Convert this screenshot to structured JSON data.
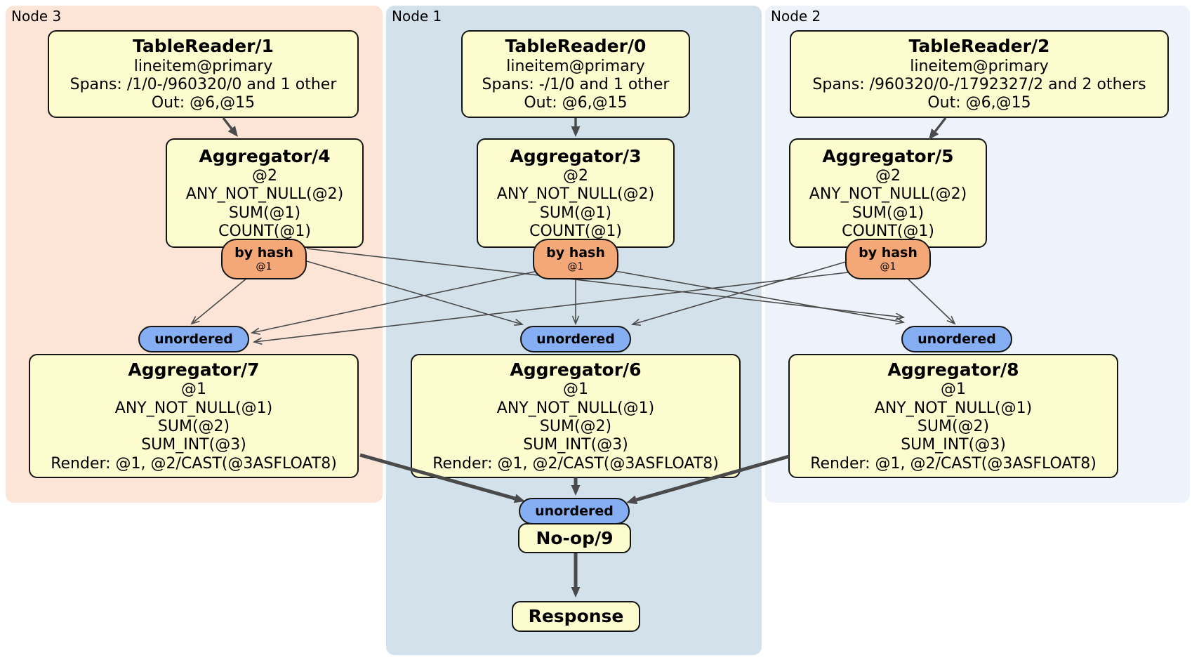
{
  "regions": [
    {
      "label": "Node 3"
    },
    {
      "label": "Node 1"
    },
    {
      "label": "Node 2"
    }
  ],
  "nodes": {
    "tr1": {
      "title": "TableReader/1",
      "lines": [
        "lineitem@primary",
        "Spans: /1/0-/960320/0 and 1 other",
        "Out: @6,@15"
      ]
    },
    "tr0": {
      "title": "TableReader/0",
      "lines": [
        "lineitem@primary",
        "Spans: -/1/0 and 1 other",
        "Out: @6,@15"
      ]
    },
    "tr2": {
      "title": "TableReader/2",
      "lines": [
        "lineitem@primary",
        "Spans: /960320/0-/1792327/2 and 2 others",
        "Out: @6,@15"
      ]
    },
    "agg4": {
      "title": "Aggregator/4",
      "lines": [
        "@2",
        "ANY_NOT_NULL(@2)",
        "SUM(@1)",
        "COUNT(@1)"
      ]
    },
    "agg3": {
      "title": "Aggregator/3",
      "lines": [
        "@2",
        "ANY_NOT_NULL(@2)",
        "SUM(@1)",
        "COUNT(@1)"
      ]
    },
    "agg5": {
      "title": "Aggregator/5",
      "lines": [
        "@2",
        "ANY_NOT_NULL(@2)",
        "SUM(@1)",
        "COUNT(@1)"
      ]
    },
    "agg7": {
      "title": "Aggregator/7",
      "lines": [
        "@1",
        "ANY_NOT_NULL(@1)",
        "SUM(@2)",
        "SUM_INT(@3)",
        "Render: @1, @2/CAST(@3ASFLOAT8)"
      ]
    },
    "agg6": {
      "title": "Aggregator/6",
      "lines": [
        "@1",
        "ANY_NOT_NULL(@1)",
        "SUM(@2)",
        "SUM_INT(@3)",
        "Render: @1, @2/CAST(@3ASFLOAT8)"
      ]
    },
    "agg8": {
      "title": "Aggregator/8",
      "lines": [
        "@1",
        "ANY_NOT_NULL(@1)",
        "SUM(@2)",
        "SUM_INT(@3)",
        "Render: @1, @2/CAST(@3ASFLOAT8)"
      ]
    },
    "noop": {
      "title": "No-op/9"
    },
    "response": {
      "title": "Response"
    }
  },
  "routers": {
    "by_hash": "by hash",
    "by_hash_stream": "@1",
    "unordered": "unordered"
  },
  "colors": {
    "region_node3": "#fce4d6",
    "region_node1": "#d2e1ea",
    "region_node2": "#edf2fb",
    "box_fill": "#fcfccf",
    "box_border": "#151515",
    "hash_pill": "#f5a877",
    "unordered_pill": "#85aff2",
    "edge": "#4a4a4a"
  }
}
